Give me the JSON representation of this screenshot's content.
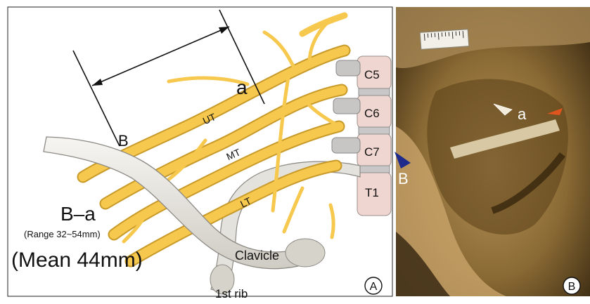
{
  "panel_a": {
    "distance_label": "a",
    "point_label": "B",
    "trunk_labels": {
      "upper": "UT",
      "middle": "MT",
      "lower": "LT"
    },
    "vertebra_labels": [
      "C5",
      "C6",
      "C7",
      "T1"
    ],
    "measure_title": "B–a",
    "measure_range": "(Range 32~54mm)",
    "measure_mean": "(Mean 44mm)",
    "clavicle_label": "Clavicle",
    "rib_label": "1st rib",
    "panel_letter": "A"
  },
  "panel_b": {
    "marker_a": "a",
    "marker_b": "B",
    "panel_letter": "B"
  },
  "colors": {
    "nerve": "#F7C84E",
    "nerve_outline": "#C89A2A",
    "bone": "#E8E6E0",
    "vertebra": "#F0D6D0",
    "photo_bg": "#7A5A26",
    "marker_b": "#1E2A8C",
    "marker_orange": "#E0551E"
  }
}
